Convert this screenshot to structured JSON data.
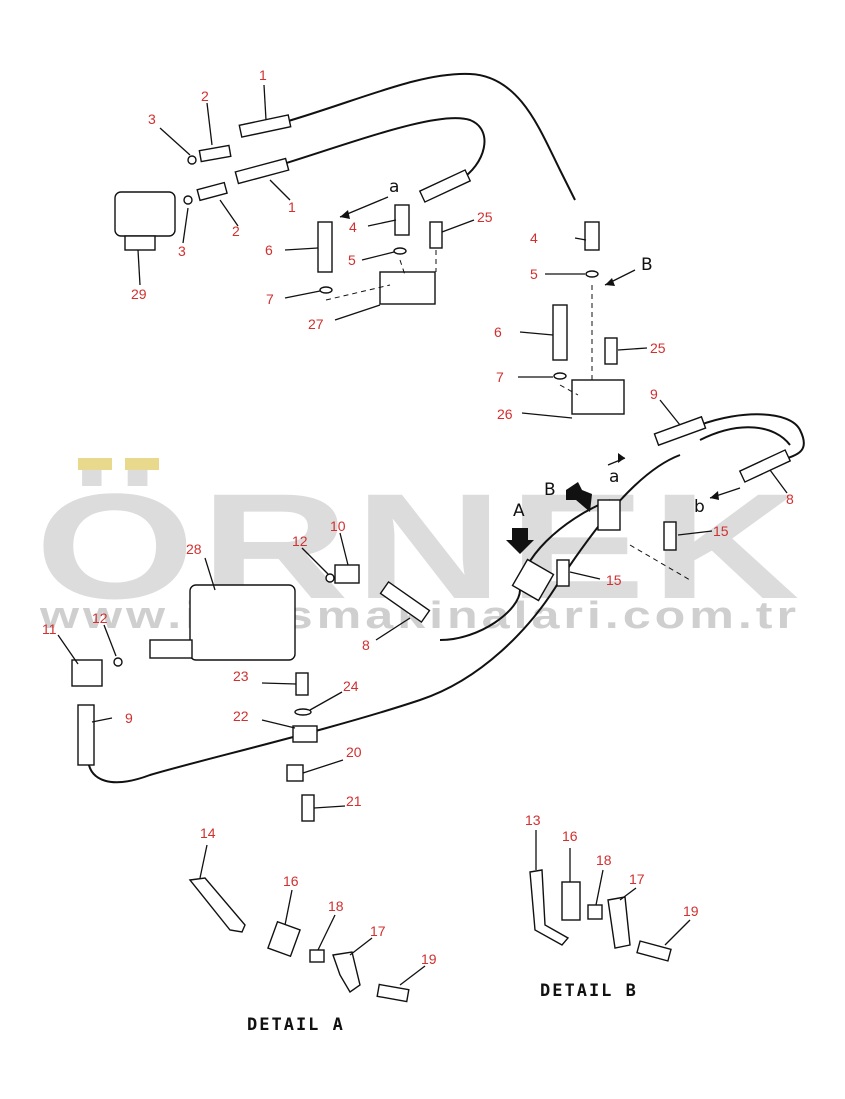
{
  "watermark": {
    "brand": "ÖRNEK",
    "url": "www.iskismakinalari.com.tr"
  },
  "callouts": [
    "1",
    "1",
    "2",
    "2",
    "3",
    "3",
    "29",
    "4",
    "4",
    "5",
    "5",
    "6",
    "6",
    "7",
    "7",
    "25",
    "25",
    "27",
    "26",
    "9",
    "9",
    "8",
    "8",
    "10",
    "11",
    "12",
    "12",
    "15",
    "15",
    "28",
    "23",
    "24",
    "22",
    "20",
    "21",
    "14",
    "16",
    "18",
    "17",
    "19",
    "13",
    "16",
    "18",
    "17",
    "19"
  ],
  "letters": {
    "a1": "a",
    "a2": "a",
    "b": "b",
    "B1": "B",
    "B2": "B",
    "A": "A"
  },
  "details": {
    "a": "DETAIL  A",
    "b": "DETAIL  B"
  }
}
